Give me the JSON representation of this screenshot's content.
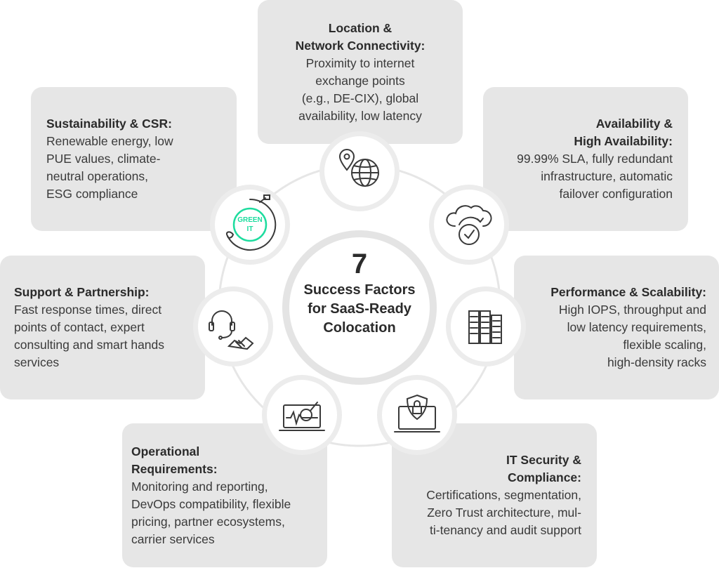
{
  "center": {
    "number": "7",
    "lines": [
      "Success Factors",
      "for SaaS-Ready",
      "Colocation"
    ]
  },
  "factors": {
    "location": {
      "title_lines": [
        "Location &",
        "Network Connectivity:"
      ],
      "desc_lines": [
        "Proximity to internet",
        "exchange points",
        "(e.g., DE-CIX), global",
        "availability, low latency"
      ],
      "icon": "location-globe-icon"
    },
    "availability": {
      "title_lines": [
        "Availability &",
        "High Availability:"
      ],
      "desc_lines": [
        "99.99% SLA, fully redundant",
        "infrastructure, automatic",
        "failover configuration"
      ],
      "icon": "cloud-clock-icon"
    },
    "performance": {
      "title_lines": [
        "Performance & Scalability:"
      ],
      "desc_lines": [
        "High IOPS, throughput and",
        "low latency requirements,",
        "flexible scaling,",
        "high-density racks"
      ],
      "icon": "server-rack-icon"
    },
    "security": {
      "title_lines": [
        "IT Security &",
        "Compliance:"
      ],
      "desc_lines": [
        "Certifications, segmentation,",
        "Zero Trust architecture, mul-",
        "ti-tenancy and audit support"
      ],
      "icon": "shield-lock-laptop-icon"
    },
    "operations": {
      "title_lines": [
        "Operational",
        "Requirements:"
      ],
      "desc_lines": [
        "Monitoring and reporting,",
        "DevOps compatibility, flexible",
        "pricing, partner ecosystems,",
        "carrier services"
      ],
      "icon": "laptop-monitoring-icon"
    },
    "support": {
      "title_lines": [
        "Support & Partnership:"
      ],
      "desc_lines": [
        "Fast response times, direct",
        "points of contact, expert",
        "consulting and smart hands",
        "services"
      ],
      "icon": "headset-handshake-icon"
    },
    "sustainability": {
      "title_lines": [
        "Sustainability & CSR:"
      ],
      "desc_lines": [
        "Renewable energy, low",
        "PUE values, climate-",
        "neutral operations,",
        "ESG compliance"
      ],
      "icon": "green-it-icon",
      "badge_lines": [
        "GREEN",
        "IT"
      ]
    }
  },
  "colors": {
    "card_bg": "#e6e6e6",
    "icon_stroke": "#3a3a3a",
    "green_accent": "#1ddc9e",
    "ring": "#e6e6e6"
  }
}
